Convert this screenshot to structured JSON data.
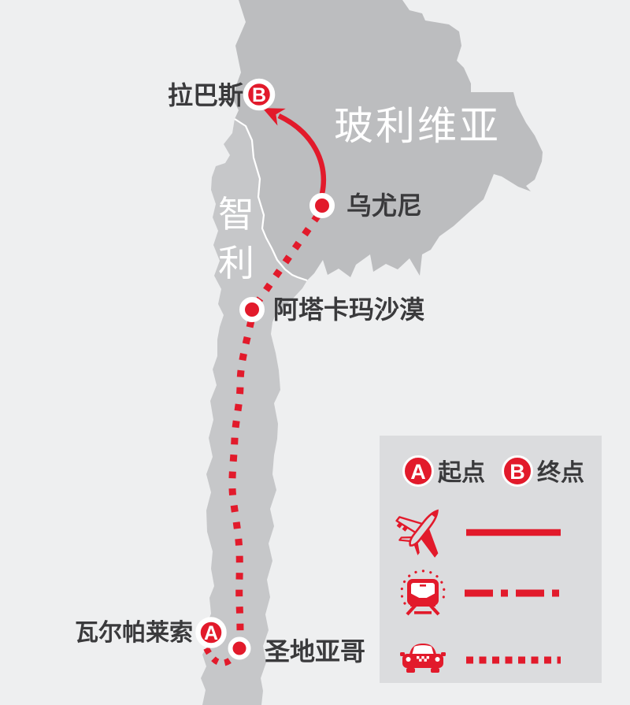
{
  "map": {
    "country_labels": {
      "bolivia": "玻利维亚",
      "chile": "智利",
      "chile_chars": [
        "智",
        "利"
      ]
    },
    "city_labels": {
      "la_paz": "拉巴斯",
      "uyuni": "乌尤尼",
      "atacama_desert": "阿塔卡玛沙漠",
      "valparaiso": "瓦尔帕莱索",
      "santiago": "圣地亚哥"
    },
    "markers": {
      "start_letter": "A",
      "end_letter": "B"
    }
  },
  "legend": {
    "start_letter": "A",
    "start_label": "起点",
    "end_letter": "B",
    "end_label": "终点",
    "modes": [
      {
        "name": "airplane",
        "line_style": "solid"
      },
      {
        "name": "train",
        "line_style": "dash-dot"
      },
      {
        "name": "taxi",
        "line_style": "dotted"
      }
    ]
  },
  "route": {
    "segments": [
      {
        "from": "瓦尔帕莱索",
        "to": "圣地亚哥",
        "style": "dotted"
      },
      {
        "from": "圣地亚哥",
        "to": "阿塔卡玛沙漠",
        "style": "dotted"
      },
      {
        "from": "阿塔卡玛沙漠",
        "to": "乌尤尼",
        "style": "dotted"
      },
      {
        "from": "乌尤尼",
        "to": "拉巴斯",
        "style": "solid-arrow"
      }
    ]
  },
  "colors": {
    "background": "#eeeff0",
    "bolivia_fill": "#bcbdbf",
    "chile_fill": "#c6c7c9",
    "legend_box": "#dbdcde",
    "accent_red": "#e21a2b",
    "text_dark": "#3a3a3c",
    "country_label": "#ffffff",
    "border_line": "#ffffff"
  }
}
